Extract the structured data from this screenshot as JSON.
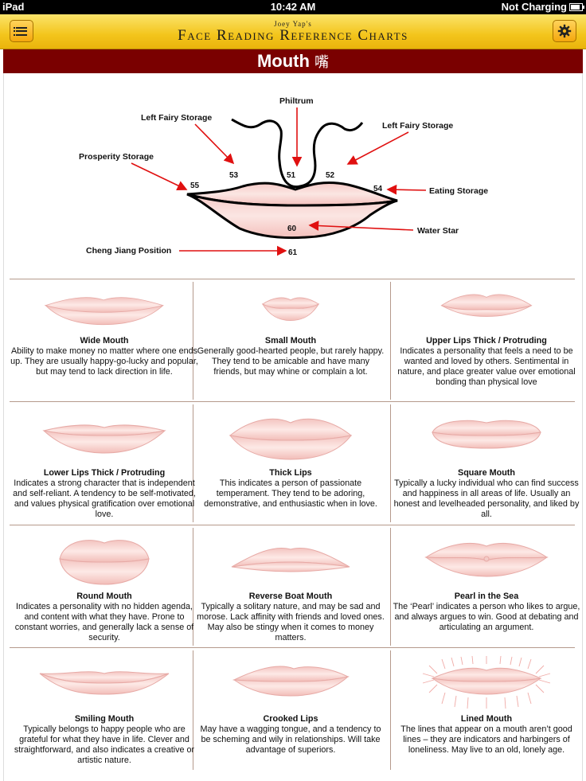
{
  "status_bar": {
    "device": "iPad",
    "time": "10:42 AM",
    "charging": "Not Charging",
    "battery_level": 0.85
  },
  "header": {
    "subtitle": "Joey Yap's",
    "title": "Face Reading Reference Charts",
    "menu_icon": "list-icon",
    "settings_icon": "gear-icon"
  },
  "banner": {
    "title": "Mouth",
    "chinese": "嘴"
  },
  "diagram": {
    "labels": {
      "philtrum": "Philtrum",
      "left_fairy_storage_1": "Left Fairy Storage",
      "left_fairy_storage_2": "Left Fairy Storage",
      "prosperity_storage": "Prosperity Storage",
      "eating_storage": "Eating Storage",
      "water_star": "Water Star",
      "cheng_jiang": "Cheng Jiang Position"
    },
    "numbers": {
      "n51": "51",
      "n52": "52",
      "n53": "53",
      "n54": "54",
      "n55": "55",
      "n60": "60",
      "n61": "61"
    }
  },
  "mouth_types": [
    {
      "title": "Wide Mouth",
      "desc": "Ability to make money no matter where one ends up. They are usually happy-go-lucky and popular, but may tend to lack direction in life."
    },
    {
      "title": "Small Mouth",
      "desc": "Generally good-hearted people, but rarely happy. They tend to be amicable and have many friends, but may whine or complain a lot."
    },
    {
      "title": "Upper Lips Thick / Protruding",
      "desc": "Indicates a personality that feels a need to be wanted and loved by others. Sentimental in nature, and place greater value over emotional bonding than physical love"
    },
    {
      "title": "Lower Lips Thick / Protruding",
      "desc": "Indicates a strong character that is independent and self-reliant. A tendency to be self-motivated, and values physical gratification over emotional love."
    },
    {
      "title": "Thick Lips",
      "desc": "This indicates a person of passionate temperament. They tend to be adoring, demonstrative, and enthusiastic when in love."
    },
    {
      "title": "Square Mouth",
      "desc": "Typically a lucky individual who can find success and happiness in all areas of life. Usually an honest and levelheaded personality, and liked by all."
    },
    {
      "title": "Round Mouth",
      "desc": "Indicates a personality with no hidden agenda, and content with what they have. Prone to constant worries, and generally lack a sense of security."
    },
    {
      "title": "Reverse Boat Mouth",
      "desc": "Typically a solitary nature, and may be sad and morose. Lack affinity with friends and loved ones. May also be stingy when it comes to money matters."
    },
    {
      "title": "Pearl in the Sea",
      "desc": "The ‘Pearl’ indicates a person who likes to argue, and always argues to win. Good at debating and articulating an argument."
    },
    {
      "title": "Smiling Mouth",
      "desc": "Typically belongs to happy people who are grateful for what they have in life. Clever and straightforward, and also indicates a creative or artistic nature."
    },
    {
      "title": "Crooked Lips",
      "desc": "May have a wagging tongue, and a tendency to be scheming and wily in relationships. Will take advantage of superiors."
    },
    {
      "title": "Lined Mouth",
      "desc": "The lines that appear on a mouth aren’t good lines – they are indicators and harbingers of loneliness. May live to an old, lonely age."
    }
  ]
}
